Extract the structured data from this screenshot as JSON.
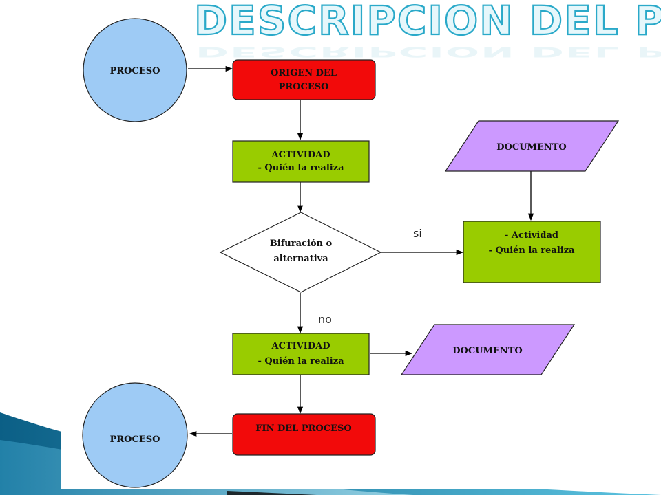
{
  "title": "DESCRIPCION DEL PROCES",
  "nodes": {
    "proceso_inicio": [
      "PROCESO"
    ],
    "origen": [
      "ORIGEN DEL",
      "PROCESO"
    ],
    "actividad_1": [
      "ACTIVIDAD",
      "- Quién la realiza"
    ],
    "documento_1": [
      "DOCUMENTO"
    ],
    "bifurcacion": [
      "Bifuración o",
      "alternativa"
    ],
    "actividad_si": [
      "- Actividad",
      "- Quién la realiza"
    ],
    "actividad_2": [
      "ACTIVIDAD",
      "- Quién la realiza"
    ],
    "documento_2": [
      "DOCUMENTO"
    ],
    "proceso_fin": [
      "PROCESO"
    ],
    "fin": [
      "FIN DEL PROCESO"
    ]
  },
  "edges": {
    "si": "si",
    "no": "no"
  },
  "colors": {
    "circle": "#9ecbf5",
    "red": "#f20a0a",
    "green": "#99cc00",
    "purple": "#cc99ff",
    "title_fill": "#e6f7fb",
    "title_stroke": "#2aa9c9"
  }
}
